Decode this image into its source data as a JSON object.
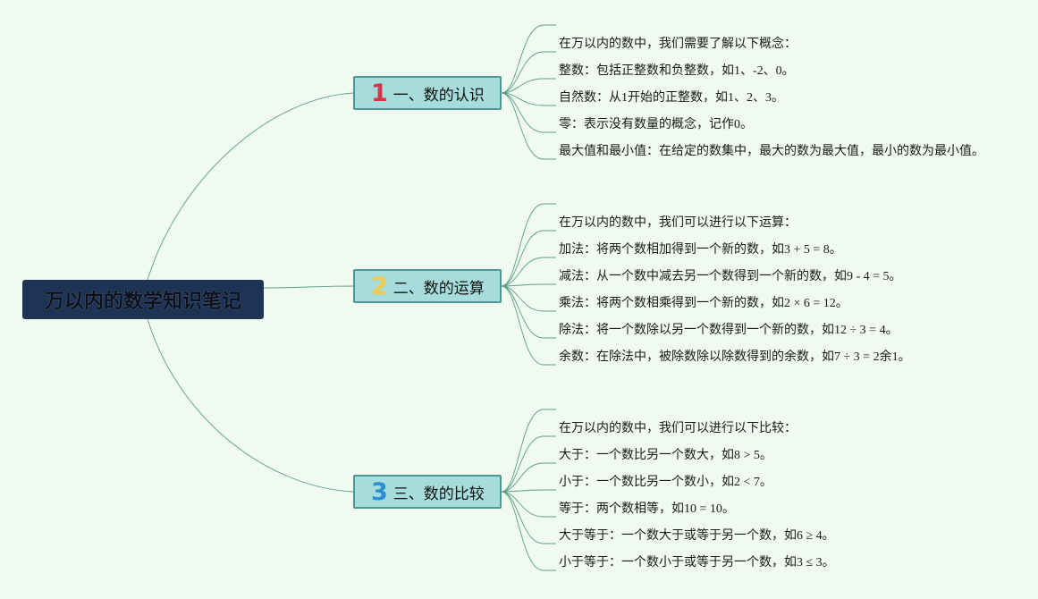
{
  "root": {
    "title": "万以内的数学知识笔记"
  },
  "branches": [
    {
      "number": "1",
      "label": "一、数的认识",
      "number_color": "#d63348",
      "items": [
        "在万以内的数中，我们需要了解以下概念：",
        "整数：包括正整数和负整数，如1、-2、0。",
        "自然数：从1开始的正整数，如1、2、3。",
        "零：表示没有数量的概念，记作0。",
        "最大值和最小值：在给定的数集中，最大的数为最大值，最小的数为最小值。"
      ]
    },
    {
      "number": "2",
      "label": "二、数的运算",
      "number_color": "#f2c94c",
      "items": [
        "在万以内的数中，我们可以进行以下运算：",
        "加法：将两个数相加得到一个新的数，如3 + 5 = 8。",
        "减法：从一个数中减去另一个数得到一个新的数，如9 - 4 = 5。",
        "乘法：将两个数相乘得到一个新的数，如2 × 6 = 12。",
        "除法：将一个数除以另一个数得到一个新的数，如12 ÷ 3 = 4。",
        "余数：在除法中，被除数除以除数得到的余数，如7 ÷ 3 = 2余1。"
      ]
    },
    {
      "number": "3",
      "label": "三、数的比较",
      "number_color": "#2a8fd4",
      "items": [
        "在万以内的数中，我们可以进行以下比较：",
        "大于：一个数比另一个数大，如8 > 5。",
        "小于：一个数比另一个数小，如2 < 7。",
        "等于：两个数相等，如10 = 10。",
        "大于等于：一个数大于或等于另一个数，如6 ≥ 4。",
        "小于等于：一个数小于或等于另一个数，如3 ≤ 3。"
      ]
    }
  ],
  "colors": {
    "background": "#f1faf1",
    "root_fill": "#1f3354",
    "branch_fill": "#a6dcdb",
    "branch_border": "#4d9a92",
    "connector": "#5a9e86"
  }
}
